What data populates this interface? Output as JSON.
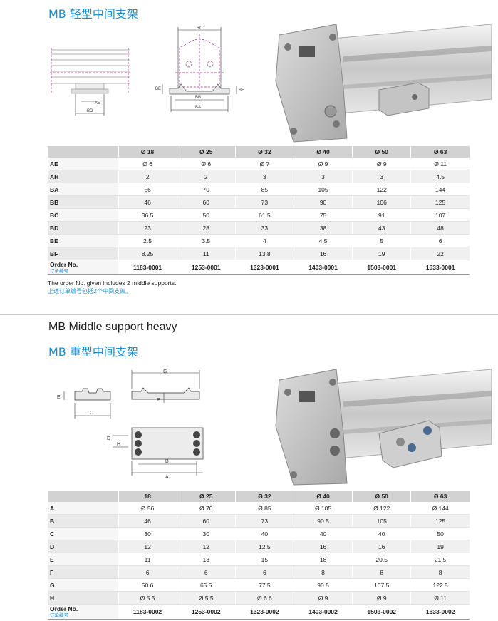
{
  "section1": {
    "title_cn": "MB 轻型中间支架",
    "drawing_labels": {
      "bc": "BC",
      "ae": "AE",
      "bd": "BD",
      "be": "BE",
      "bf": "BF",
      "bb": "BB",
      "ba": "BA"
    },
    "table": {
      "headers": [
        "",
        "Ø 18",
        "Ø 25",
        "Ø 32",
        "Ø 40",
        "Ø 50",
        "Ø 63"
      ],
      "rows": [
        {
          "label": "AE",
          "values": [
            "Ø 6",
            "Ø 6",
            "Ø 7",
            "Ø 9",
            "Ø 9",
            "Ø 11"
          ]
        },
        {
          "label": "AH",
          "values": [
            "2",
            "2",
            "3",
            "3",
            "3",
            "4.5"
          ]
        },
        {
          "label": "BA",
          "values": [
            "56",
            "70",
            "85",
            "105",
            "122",
            "144"
          ]
        },
        {
          "label": "BB",
          "values": [
            "46",
            "60",
            "73",
            "90",
            "106",
            "125"
          ]
        },
        {
          "label": "BC",
          "values": [
            "36.5",
            "50",
            "61.5",
            "75",
            "91",
            "107"
          ]
        },
        {
          "label": "BD",
          "values": [
            "23",
            "28",
            "33",
            "38",
            "43",
            "48"
          ]
        },
        {
          "label": "BE",
          "values": [
            "2.5",
            "3.5",
            "4",
            "4.5",
            "5",
            "6"
          ]
        },
        {
          "label": "BF",
          "values": [
            "8.25",
            "11",
            "13.8",
            "16",
            "19",
            "22"
          ]
        }
      ],
      "order_label_en": "Order No.",
      "order_label_cn": "订单编号",
      "order_values": [
        "1183-0001",
        "1253-0001",
        "1323-0001",
        "1403-0001",
        "1503-0001",
        "1633-0001"
      ]
    },
    "note_en": "The order No. given includes 2 middle supports.",
    "note_cn": "上述订单编号包括2个中间支架。"
  },
  "section2": {
    "title_en": "MB Middle support heavy",
    "title_cn": "MB 重型中间支架",
    "drawing_labels": {
      "e": "E",
      "c": "C",
      "g": "G",
      "f": "F",
      "d": "D",
      "h": "H",
      "b": "B",
      "a": "A"
    },
    "table": {
      "headers": [
        "",
        "18",
        "Ø 25",
        "Ø 32",
        "Ø 40",
        "Ø 50",
        "Ø 63"
      ],
      "rows": [
        {
          "label": "A",
          "values": [
            "Ø 56",
            "Ø 70",
            "Ø 85",
            "Ø 105",
            "Ø 122",
            "Ø 144"
          ]
        },
        {
          "label": "B",
          "values": [
            "46",
            "60",
            "73",
            "90.5",
            "105",
            "125"
          ]
        },
        {
          "label": "C",
          "values": [
            "30",
            "30",
            "40",
            "40",
            "40",
            "50"
          ]
        },
        {
          "label": "D",
          "values": [
            "12",
            "12",
            "12.5",
            "16",
            "16",
            "19"
          ]
        },
        {
          "label": "E",
          "values": [
            "11",
            "13",
            "15",
            "18",
            "20.5",
            "21.5"
          ]
        },
        {
          "label": "F",
          "values": [
            "6",
            "6",
            "6",
            "8",
            "8",
            "8"
          ]
        },
        {
          "label": "G",
          "values": [
            "50.6",
            "65.5",
            "77.5",
            "90.5",
            "107.5",
            "122.5"
          ]
        },
        {
          "label": "H",
          "values": [
            "Ø 5.5",
            "Ø 5.5",
            "Ø 6.6",
            "Ø 9",
            "Ø 9",
            "Ø 11"
          ]
        }
      ],
      "order_label_en": "Order No.",
      "order_label_cn": "订单编号",
      "order_values": [
        "1183-0002",
        "1253-0002",
        "1323-0002",
        "1403-0002",
        "1503-0002",
        "1633-0002"
      ]
    }
  }
}
